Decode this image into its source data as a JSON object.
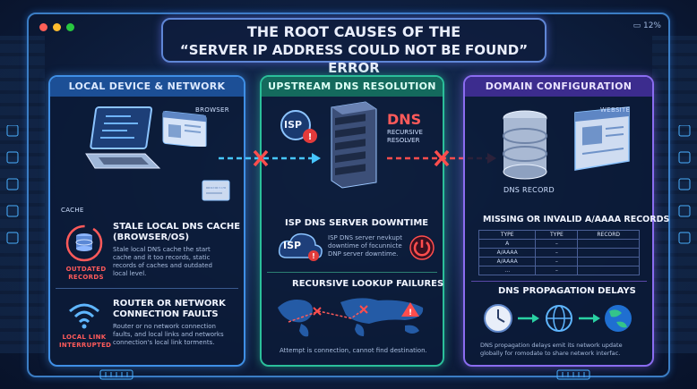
{
  "header": {
    "title_line1": "THE ROOT CAUSES OF THE",
    "title_line2": "“SERVER IP ADDRESS COULD NOT BE FOUND” ERROR",
    "battery": "12%"
  },
  "panels": {
    "local": {
      "title": "LOCAL DEVICE & NETWORK",
      "browser_label": "BROWSER",
      "dlms_label": "DLMS",
      "cache_label": "CACHE",
      "outdated_label_1": "OUTDATED",
      "outdated_label_2": "RECORDS",
      "cause1_title_1": "STALE LOCAL DNS CACHE",
      "cause1_title_2": "(BROWSER/OS)",
      "cause1_desc": [
        "Stale local DNS cache the start",
        "cache and it too records, static",
        "records of caches and outdated",
        "local level."
      ],
      "link_label_1": "LOCAL LINK",
      "link_label_2": "INTERRUPTED",
      "cause2_title_1": "ROUTER OR NETWORK",
      "cause2_title_2": "CONNECTION FAULTS",
      "cause2_desc": [
        "Router or no network connection",
        "faults, and local links and networks",
        "connection's local link torments."
      ]
    },
    "upstream": {
      "title": "UPSTREAM DNS RESOLUTION",
      "isp_badge": "ISP",
      "dns_big": "DNS",
      "dns_sub_1": "RECURSIVE",
      "dns_sub_2": "RESOLVER",
      "cause1_title": "ISP DNS SERVER DOWNTIME",
      "cause1_desc": [
        "ISP DNS server nevkupt",
        "downtime of focunnicte",
        "DNP server downtime."
      ],
      "cause2_title": "RECURSIVE LOOKUP FAILURES",
      "cause2_desc": "Attempt is connection, cannot find destination."
    },
    "domain": {
      "title": "DOMAIN CONFIGURATION",
      "website_label": "WEBSITE",
      "dns_record_label": "DNS RECORD",
      "cause1_title": "MISSING OR INVALID A/AAAA RECORDS",
      "table_headers": [
        "TYPE",
        "TYPE",
        "RECORD"
      ],
      "table_rows": [
        [
          "A",
          "–",
          ""
        ],
        [
          "A/AAAA",
          "–",
          ""
        ],
        [
          "A/AAAA",
          "–",
          ""
        ],
        [
          "…",
          "–",
          ""
        ]
      ],
      "cause2_title": "DNS PROPAGATION DELAYS",
      "cause2_desc": [
        "DNS propagation delays emit its network update",
        "globally for romodate to share network interfac."
      ]
    }
  },
  "colors": {
    "local": "#3f8fe6",
    "upstream": "#2bbf9a",
    "domain": "#8a6cf0",
    "error": "#ff4d4d"
  }
}
